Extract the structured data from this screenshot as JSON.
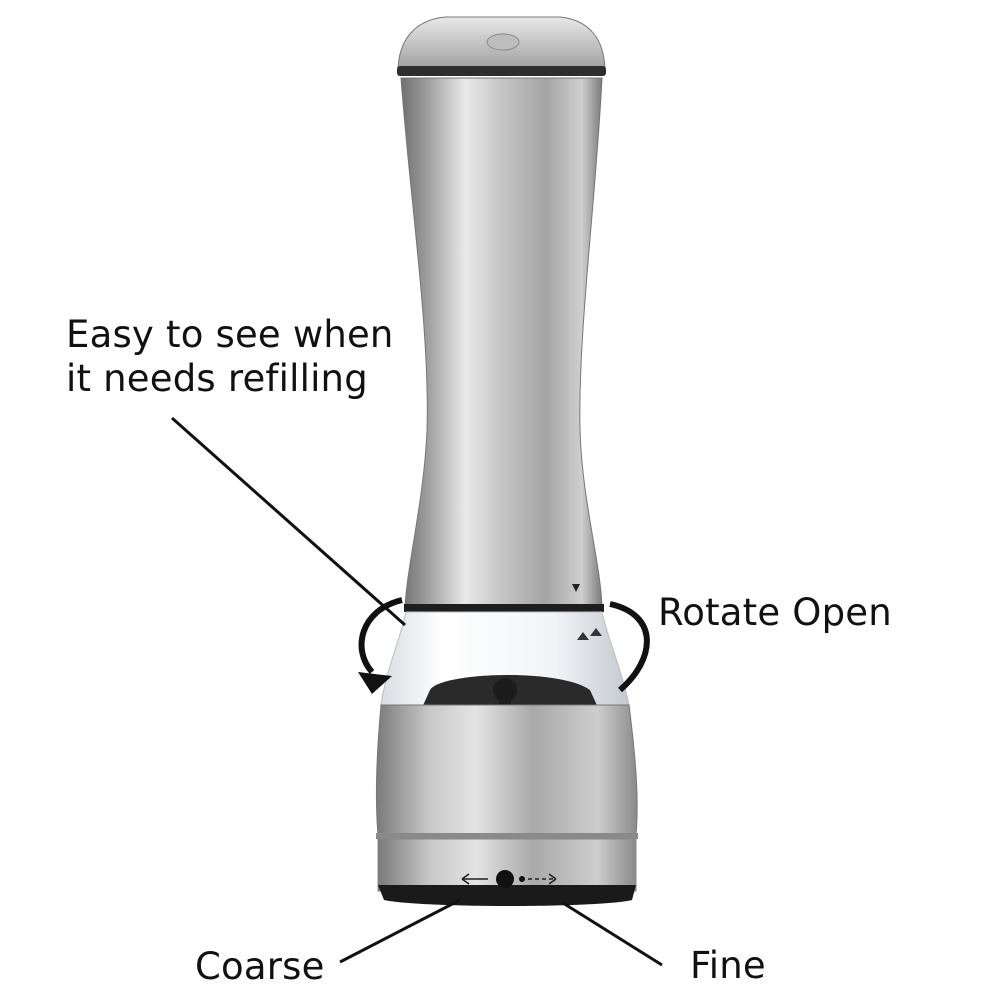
{
  "annotations": {
    "refill_line1": "Easy to see when",
    "refill_line2": "it needs refilling",
    "rotate_open": "Rotate Open",
    "coarse": "Coarse",
    "fine": "Fine"
  },
  "colors": {
    "steel_light": "#e6e6e6",
    "steel_mid": "#b4b4b4",
    "steel_dark": "#6e6e6e",
    "arrow": "#111111",
    "window": "#f4f7fa",
    "burr": "#1c1c1c"
  },
  "objects": {
    "main": "pepper-grinder",
    "dial_icons": [
      "arrow-left-icon",
      "dial-center-dot-icon",
      "arrow-right-icon"
    ]
  }
}
